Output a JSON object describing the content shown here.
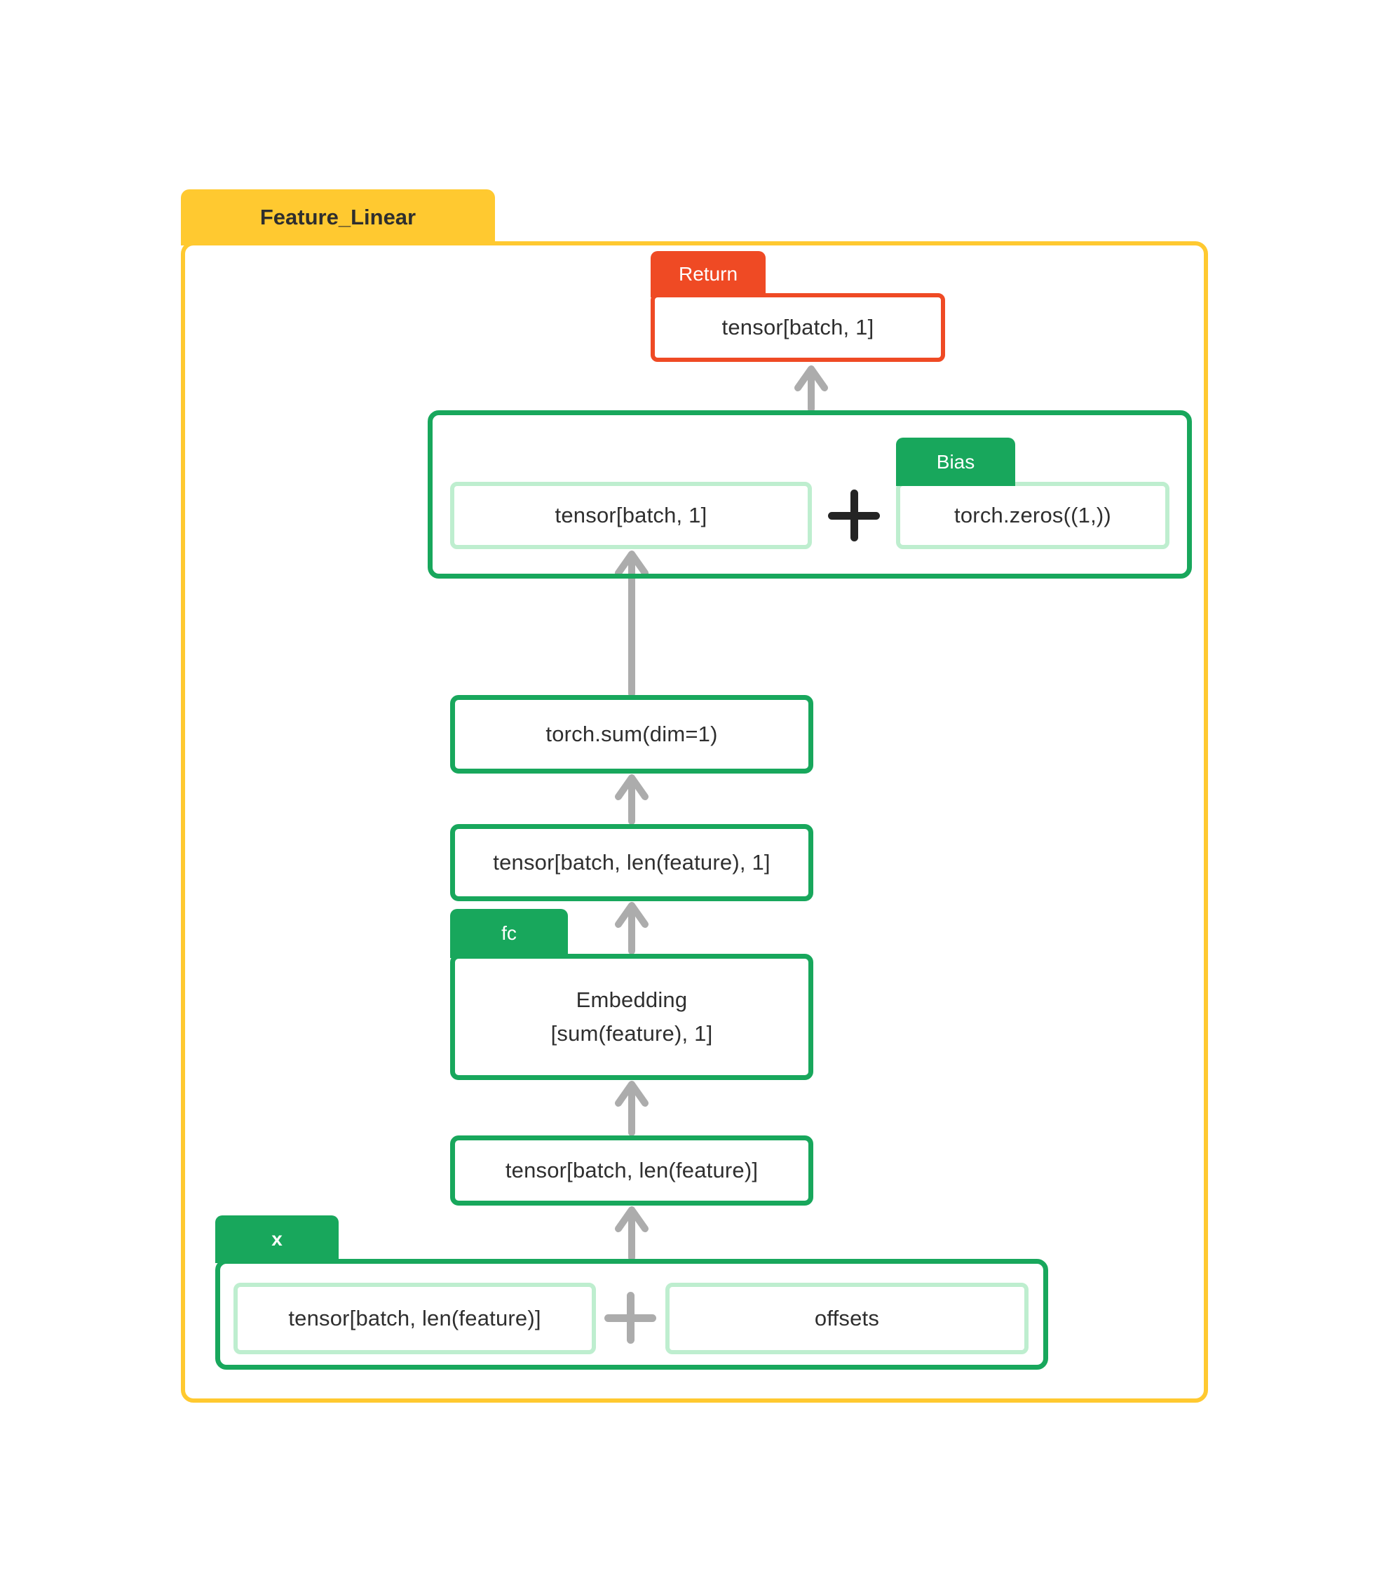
{
  "title": "Feature_Linear",
  "colors": {
    "folder_yellow": "#FFC930",
    "node_green": "#18A75C",
    "node_green_light": "#BEEECF",
    "return_red": "#EF4A24",
    "arrow_gray": "#ACACAC",
    "plus_dark": "#242424",
    "text_dark": "#2F2F2F"
  },
  "return_node": {
    "tab": "Return",
    "value": "tensor[batch, 1]"
  },
  "add_bias_node": {
    "left_value": "tensor[batch, 1]",
    "operator": "+",
    "bias_tab": "Bias",
    "right_value": "torch.zeros((1,))"
  },
  "sum_node": {
    "label": "torch.sum(dim=1)"
  },
  "tensor_3d_node": {
    "label": "tensor[batch, len(feature), 1]"
  },
  "fc_node": {
    "tab": "fc",
    "line1": "Embedding",
    "line2": "[sum(feature), 1]"
  },
  "tensor_2d_node": {
    "label": "tensor[batch, len(feature)]"
  },
  "input_node": {
    "tab": "x",
    "left_value": "tensor[batch, len(feature)]",
    "operator": "+",
    "right_value": "offsets"
  }
}
